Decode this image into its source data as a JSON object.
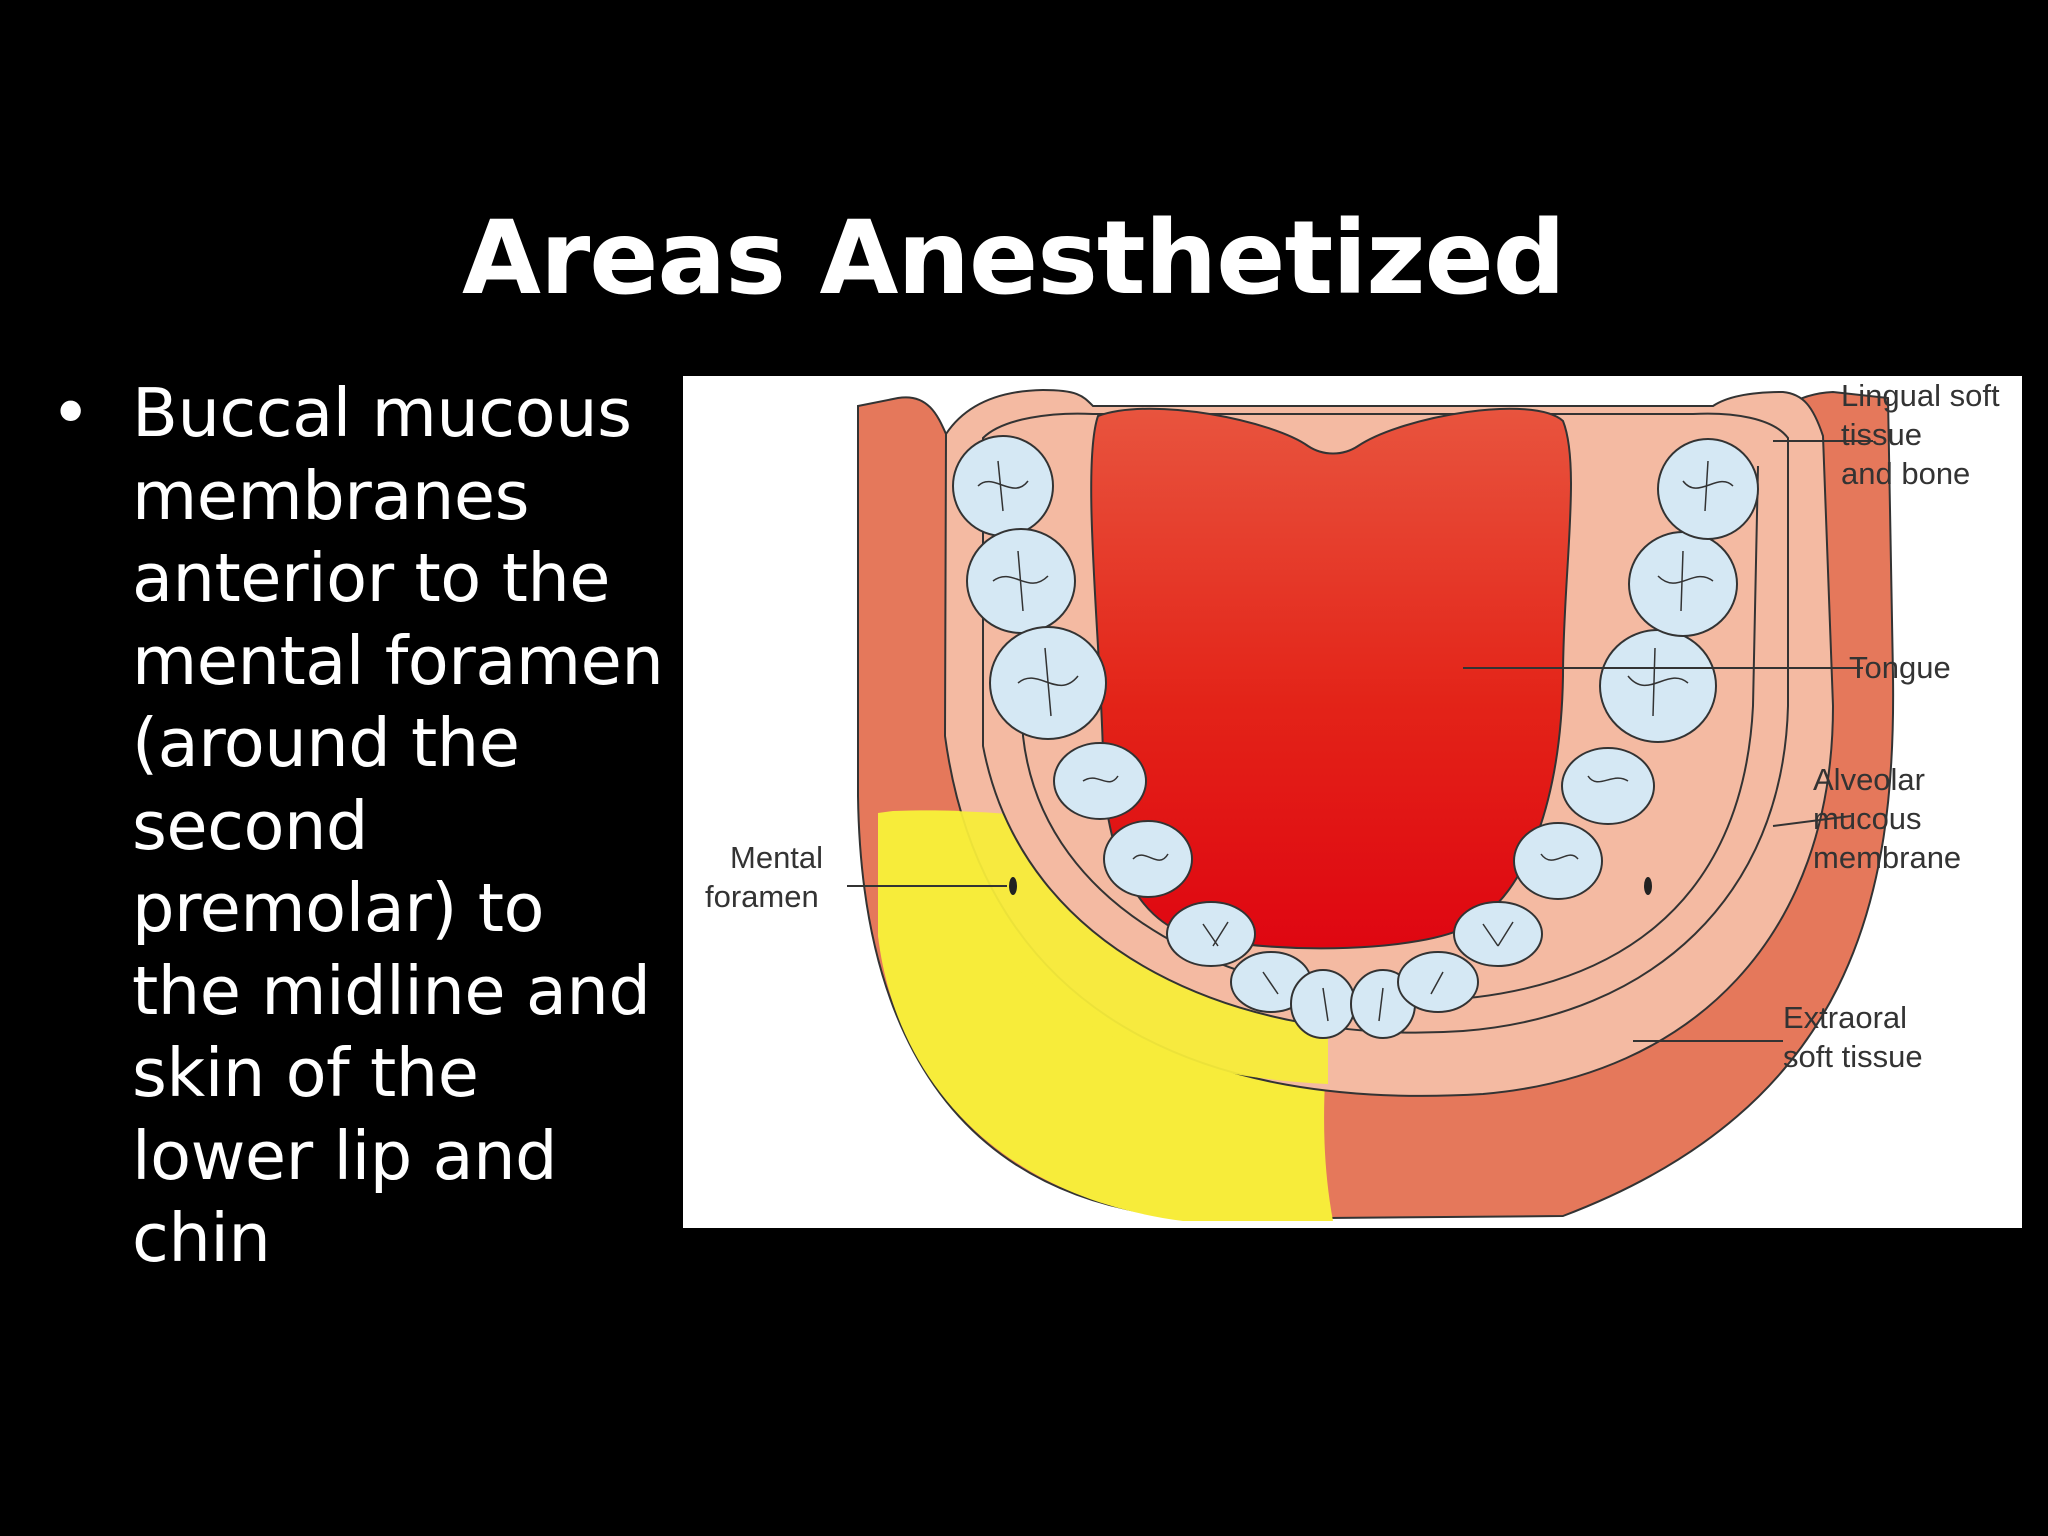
{
  "slide": {
    "title": "Areas Anesthetized",
    "bullet_symbol": "•",
    "bullet_lines": [
      "Buccal mucous",
      "membranes",
      "anterior to the",
      "mental foramen",
      "(around the",
      "second",
      "premolar) to",
      "the midline and",
      "skin of the",
      "lower lip and",
      "chin"
    ]
  },
  "diagram": {
    "labels": {
      "lingual": [
        "Lingual soft",
        "tissue",
        "and bone"
      ],
      "tongue": "Tongue",
      "alveolar": [
        "Alveolar",
        "mucous",
        "membrane"
      ],
      "mental": [
        "Mental",
        "foramen"
      ],
      "extraoral": [
        "Extraoral",
        "soft tissue"
      ]
    },
    "colors": {
      "background": "#000000",
      "text": "#ffffff",
      "anesthetized_area": "#f7ec3a",
      "extraoral_tissue": "#e5785b",
      "alveolar_mucosa": "#f4baa2",
      "tongue": "#e2101a",
      "tooth": "#d5e8f4"
    }
  }
}
